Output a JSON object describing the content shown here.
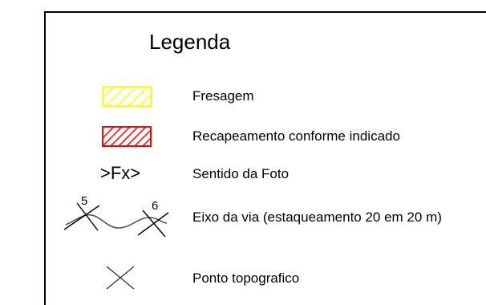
{
  "legend": {
    "title": "Legenda",
    "items": [
      {
        "label": "Fresagem",
        "symbol": "hatch-box",
        "color": "#FFFF00"
      },
      {
        "label": "Recapeamento conforme indicado",
        "symbol": "hatch-box",
        "color": "#FF0000"
      },
      {
        "label": "Sentido da Foto",
        "symbol": "text",
        "symbol_text": ">Fx>"
      },
      {
        "label": "Eixo da via (estaqueamento 20 em 20 m)",
        "symbol": "road-axis",
        "station_start": "5",
        "station_end": "6"
      },
      {
        "label": "Ponto topografico",
        "symbol": "x-mark"
      }
    ]
  }
}
